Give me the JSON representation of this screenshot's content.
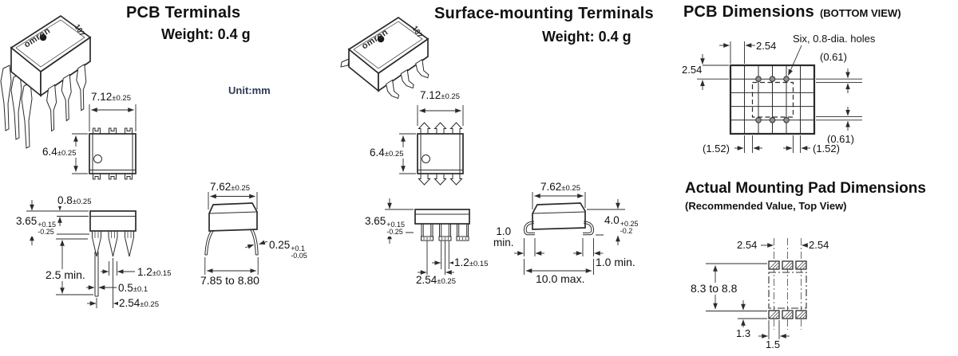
{
  "unit": "Unit:mm",
  "accent_color": "#2c3a52",
  "package_marking": {
    "brand": "omron",
    "code": "107"
  },
  "pcb_terminals": {
    "title": "PCB Terminals",
    "weight": "Weight: 0.4 g",
    "top_view": {
      "width_v": "7.12",
      "width_t": "±0.25",
      "height_v": "6.4",
      "height_t": "±0.25"
    },
    "front_view": {
      "standoff_v": "0.8",
      "standoff_t": "±0.25",
      "body_v": "3.65",
      "body_tp": "+0.15",
      "body_tm": "-0.25",
      "lead_len": "2.5 min.",
      "lead_w_v": "1.2",
      "lead_w_t": "±0.15",
      "lead_thk_v": "0.5",
      "lead_thk_t": "±0.1",
      "pitch_v": "2.54",
      "pitch_t": "±0.25"
    },
    "side_view": {
      "width_v": "7.62",
      "width_t": "±0.25",
      "lead_t_v": "0.25",
      "lead_t_tp": "+0.1",
      "lead_t_tm": "-0.05",
      "span": "7.85 to 8.80"
    }
  },
  "smt_terminals": {
    "title": "Surface-mounting Terminals",
    "weight": "Weight: 0.4 g",
    "top_view": {
      "width_v": "7.12",
      "width_t": "±0.25",
      "height_v": "6.4",
      "height_t": "±0.25"
    },
    "front_view": {
      "body_v": "3.65",
      "body_tp": "+0.15",
      "body_tm": "-0.25",
      "lead_w_v": "1.2",
      "lead_w_t": "±0.15",
      "pitch_v": "2.54",
      "pitch_t": "±0.25"
    },
    "side_view": {
      "width_v": "7.62",
      "width_t": "±0.25",
      "height_v": "4.0",
      "height_tp": "+0.25",
      "height_tm": "-0.2",
      "foot_left_l1": "1.0",
      "foot_left_l2": "min.",
      "foot_right": "1.0 min.",
      "span": "10.0 max."
    }
  },
  "pcb_dimensions": {
    "title": "PCB Dimensions",
    "subtitle": "(BOTTOM VIEW)",
    "callout": "Six, 0.8-dia. holes",
    "pitch_top": "2.54",
    "pitch_left": "2.54",
    "offset_top": "(0.61)",
    "offset_bottom": "(0.61)",
    "edge_left": "(1.52)",
    "edge_right": "(1.52)"
  },
  "mounting_pad": {
    "title": "Actual Mounting Pad Dimensions",
    "subtitle": "(Recommended Value, Top View)",
    "pitch_left": "2.54",
    "pitch_right": "2.54",
    "span": "8.3 to 8.8",
    "pad_h": "1.3",
    "pad_w": "1.5"
  }
}
